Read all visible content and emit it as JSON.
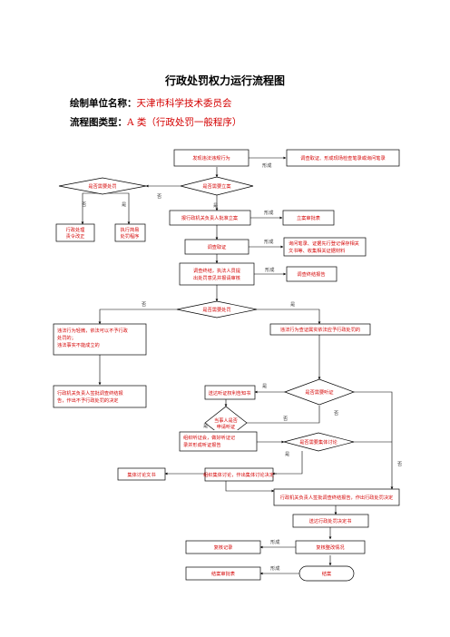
{
  "title": "行政处罚权力运行流程图",
  "unit_label": "绘制单位名称：",
  "unit_value": "天津市科学技术委员会",
  "type_label": "流程图类型：",
  "type_value": "A 类（行政处罚一般程序）",
  "nodes": {
    "discover": "发现违法违规行为",
    "investigate_pre": "调查取证、形成现场检查笔录或询问笔录",
    "need_case": "是否需要立案",
    "need_punish_1": "是否需要处罚",
    "order_fix": [
      "行政处理",
      "责令改正"
    ],
    "exec_simple": [
      "执行简易",
      "处罚程序"
    ],
    "approve_case": "报行政机关负责人批准立案",
    "case_form": "立案审批表",
    "evidence": "调查取证",
    "evidence_docs": [
      "询问笔录、证据先行登记保存相关",
      "文书等、收集相关证据材料"
    ],
    "end_investigation": [
      "调查终结，执法人员提",
      "出处罚意见并报请审核"
    ],
    "final_report": "调查终结报告",
    "need_punish_2": "是否需要处罚",
    "no_punish_reason": [
      "违法行为轻微，依法可以不予行政",
      "处罚的；",
      "违法事实不能成立的"
    ],
    "decide_no": [
      "行政机关负责人签批调查终结报",
      "告，作出不予行政处罚的决定"
    ],
    "facts_clear": "违法行为查证属实依法应予行政处罚的",
    "need_hearing": "是否需要听证",
    "hearing_notice": "送达听证权利告知书",
    "party_request": [
      "当事人是否",
      "申请听证"
    ],
    "hearing": [
      "组织听证会，做好听证记",
      "录并形成听证报告"
    ],
    "need_collective": "是否需要集体讨论",
    "collective_doc": "集体讨论文书",
    "collective": "组织集体讨论，作出集体讨论决定",
    "sign_decision": "行政机关负责人签批调查终结报告，作出行政处罚决定",
    "deliver_decision": "送达行政处罚决定书",
    "review_record": "复核记录",
    "review_fix": "复核整改情况",
    "closing_form": "结案审批表",
    "closing": "结案"
  },
  "edges": {
    "form": "形成",
    "yes": "是",
    "no": "否"
  }
}
